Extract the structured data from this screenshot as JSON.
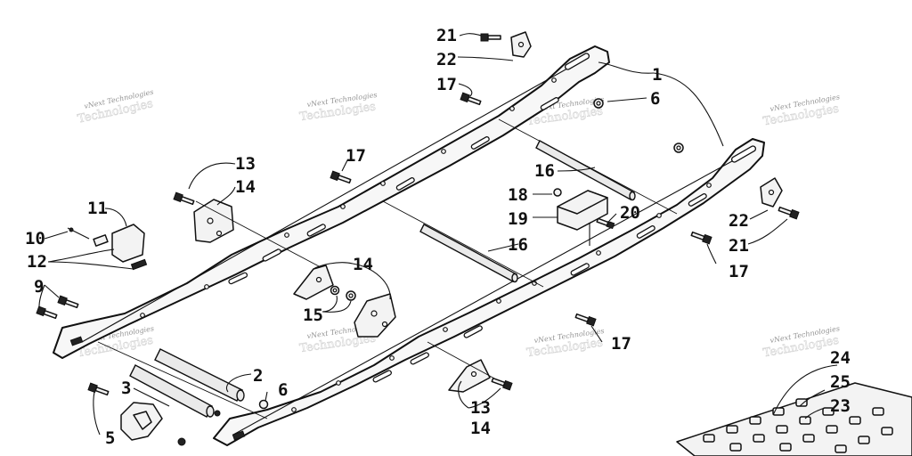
{
  "watermark": {
    "small": "vNext Technologies",
    "large": "Technologies"
  },
  "callouts": {
    "c1": "1",
    "c2": "2",
    "c3": "3",
    "c5": "5",
    "c6a": "6",
    "c6b": "6",
    "c9": "9",
    "c10": "10",
    "c11": "11",
    "c12": "12",
    "c13a": "13",
    "c13b": "13",
    "c14a": "14",
    "c14b": "14",
    "c14c": "14",
    "c15": "15",
    "c16a": "16",
    "c16b": "16",
    "c17a": "17",
    "c17b": "17",
    "c17c": "17",
    "c17d": "17",
    "c18": "18",
    "c19": "19",
    "c20": "20",
    "c21a": "21",
    "c21b": "21",
    "c22a": "22",
    "c22b": "22",
    "c23": "23",
    "c24": "24",
    "c25": "25"
  }
}
